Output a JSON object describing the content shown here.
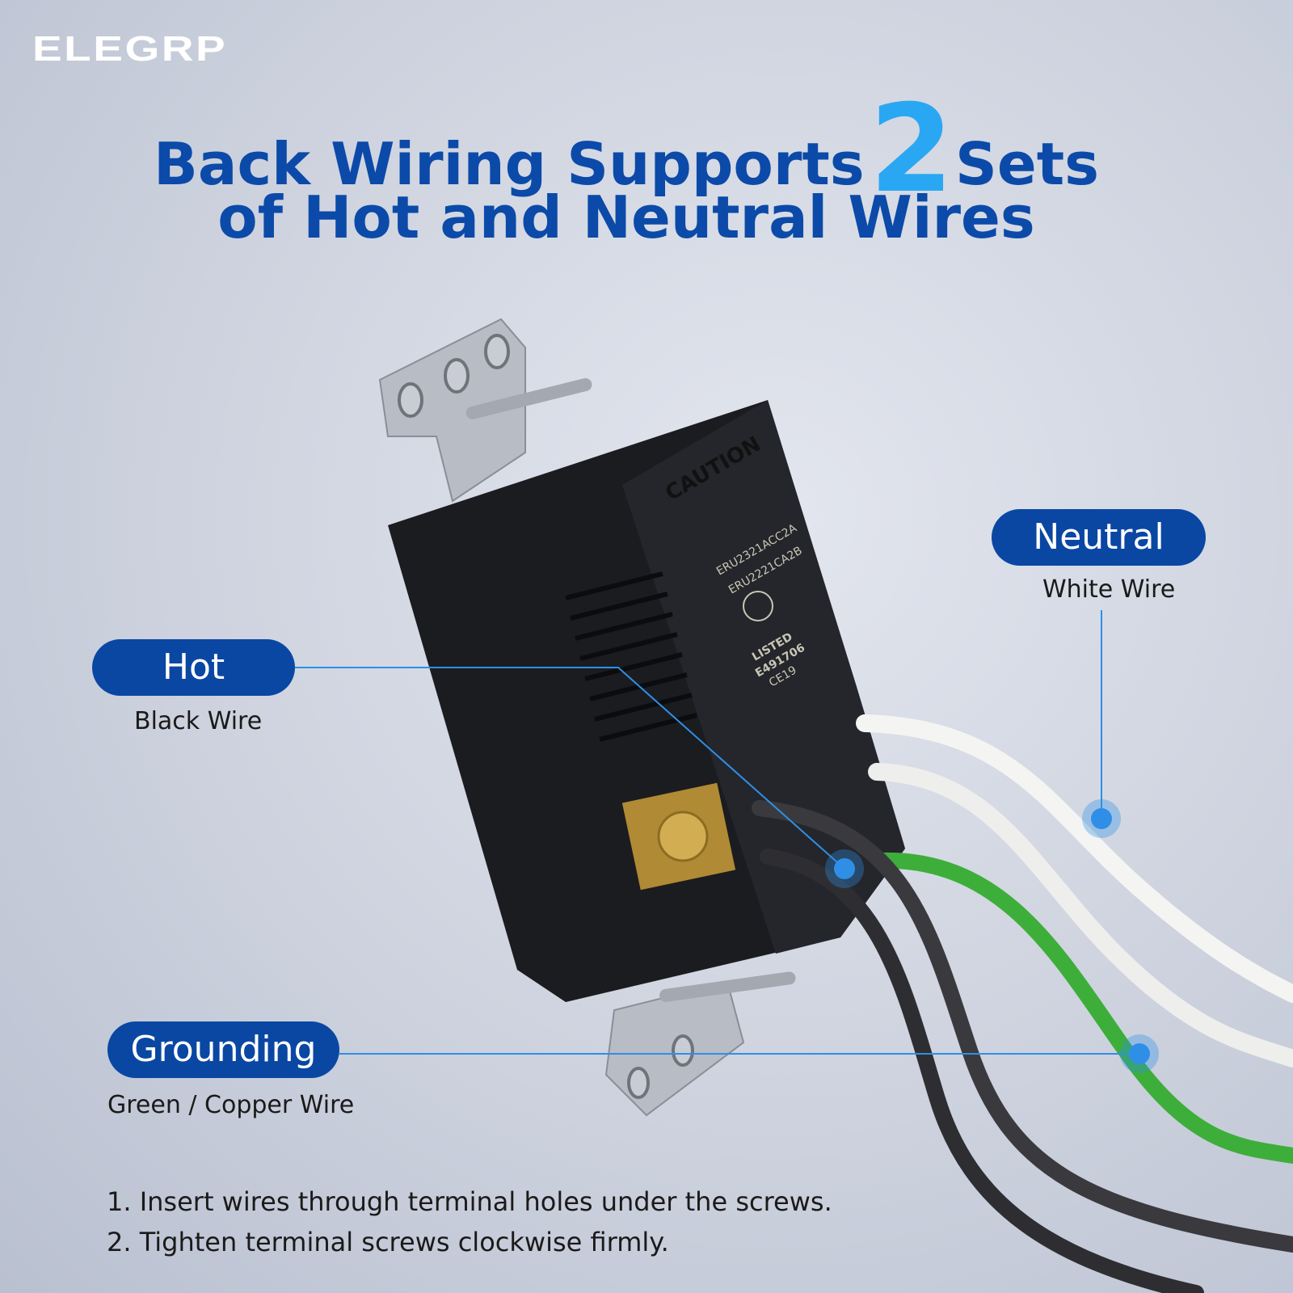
{
  "brand": "ELEGRP",
  "headline": {
    "part1": "Back Wiring Supports",
    "number": "2",
    "part2": "Sets",
    "line2": "of Hot and Neutral Wires"
  },
  "labels": [
    {
      "name": "Neutral",
      "desc": "White Wire"
    },
    {
      "name": "Hot",
      "desc": "Black Wire"
    },
    {
      "name": "Grounding",
      "desc": "Green / Copper Wire"
    }
  ],
  "instructions": [
    "1. Insert wires through terminal holes under the screws.",
    "2. Tighten terminal screws clockwise firmly."
  ],
  "device_markings": {
    "caution": "CAUTION",
    "model1": "ERU2321ACC2A",
    "model2": "ERU2221CA2B",
    "listed": "LISTED",
    "file": "E491706",
    "code": "CE19"
  },
  "colors": {
    "accent": "#0a47a3",
    "highlight": "#2aa7f2",
    "leader": "#2f8fe6"
  }
}
